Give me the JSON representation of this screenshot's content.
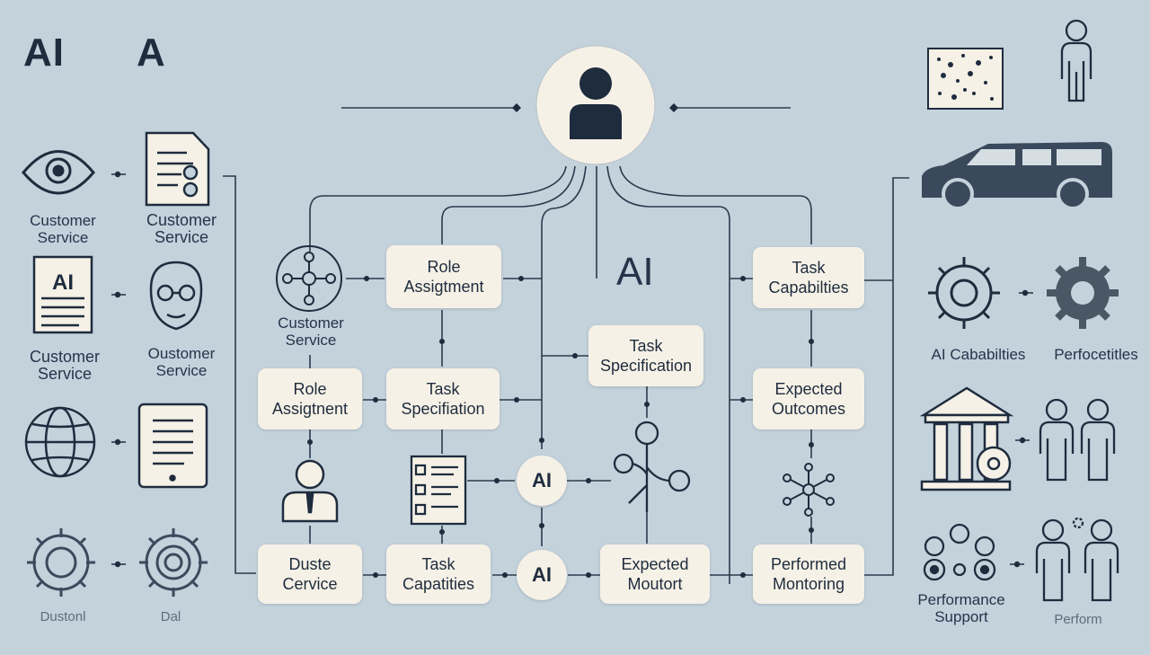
{
  "header": {
    "title_left": "AI",
    "title_right": "A"
  },
  "colors": {
    "background": "#c4d2dc",
    "box_fill": "#f6f1e6",
    "ink": "#1e2c3e",
    "muted": "#5e6c7c"
  },
  "center": {
    "label": "AI"
  },
  "left_icons": {
    "eye_label": [
      "Customer",
      "Service"
    ],
    "document_label": [
      "Customer",
      "Service"
    ],
    "ai_doc_label": [
      "Customer",
      "Service"
    ],
    "face_label": [
      "Oustomer",
      "Service"
    ],
    "gear_label": "Dustonl",
    "gear2_label": "Dal",
    "network_label": [
      "Customer",
      "Service"
    ],
    "ai_doc_text": "AI"
  },
  "boxes": {
    "role_assignment_top": [
      "Role",
      "Assigtment"
    ],
    "task_specification_mid": [
      "Task",
      "Specification"
    ],
    "role_assignment_left": [
      "Role",
      "Assigtnent"
    ],
    "task_specification_left": [
      "Task",
      "Specifiation"
    ],
    "duste_service": [
      "Duste",
      "Cervice"
    ],
    "task_capatities": [
      "Task",
      "Capatities"
    ],
    "expected_moutort": [
      "Expected",
      "Moutort"
    ],
    "task_capabilities": [
      "Task",
      "Capabilties"
    ],
    "expected_outcomes": [
      "Expected",
      "Outcomes"
    ],
    "performed_monitoring": [
      "Performed",
      "Montoring"
    ]
  },
  "ai_badges": [
    "AI",
    "AI"
  ],
  "right_icons": {
    "gear_label_a": "AI Cababilties",
    "gear_label_b": "Perfocetitles",
    "people_label": [
      "Performance",
      "Support"
    ],
    "people_label_b": "Perform"
  }
}
